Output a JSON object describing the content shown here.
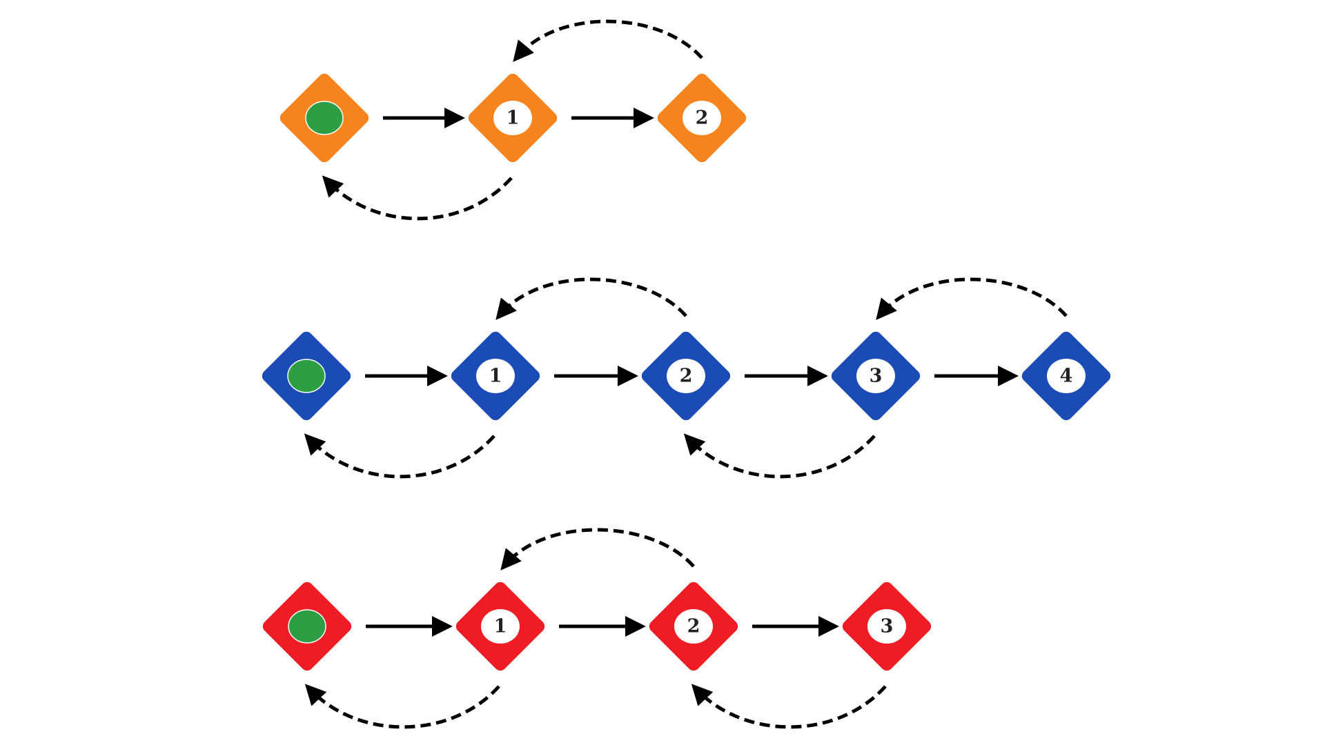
{
  "colors": {
    "orange": "#F7831E",
    "blue": "#1B4BB4",
    "red": "#EE1C25",
    "start_dot": "#2E9E45",
    "label_bg": "#FFFFFF",
    "arrow": "#000000"
  },
  "rows": [
    {
      "name": "orange-row",
      "color": "orange",
      "nodes": [
        {
          "kind": "start",
          "label": ""
        },
        {
          "kind": "number",
          "label": "1"
        },
        {
          "kind": "number",
          "label": "2"
        }
      ],
      "back_arrows": [
        {
          "from": 2,
          "to": 1,
          "side": "top"
        },
        {
          "from": 1,
          "to": 0,
          "side": "bottom"
        }
      ]
    },
    {
      "name": "blue-row",
      "color": "blue",
      "nodes": [
        {
          "kind": "start",
          "label": ""
        },
        {
          "kind": "number",
          "label": "1"
        },
        {
          "kind": "number",
          "label": "2"
        },
        {
          "kind": "number",
          "label": "3"
        },
        {
          "kind": "number",
          "label": "4"
        }
      ],
      "back_arrows": [
        {
          "from": 2,
          "to": 1,
          "side": "top"
        },
        {
          "from": 4,
          "to": 3,
          "side": "top"
        },
        {
          "from": 1,
          "to": 0,
          "side": "bottom"
        },
        {
          "from": 3,
          "to": 2,
          "side": "bottom"
        }
      ]
    },
    {
      "name": "red-row",
      "color": "red",
      "nodes": [
        {
          "kind": "start",
          "label": ""
        },
        {
          "kind": "number",
          "label": "1"
        },
        {
          "kind": "number",
          "label": "2"
        },
        {
          "kind": "number",
          "label": "3"
        }
      ],
      "back_arrows": [
        {
          "from": 2,
          "to": 1,
          "side": "top"
        },
        {
          "from": 1,
          "to": 0,
          "side": "bottom"
        },
        {
          "from": 3,
          "to": 2,
          "side": "bottom"
        }
      ]
    }
  ]
}
